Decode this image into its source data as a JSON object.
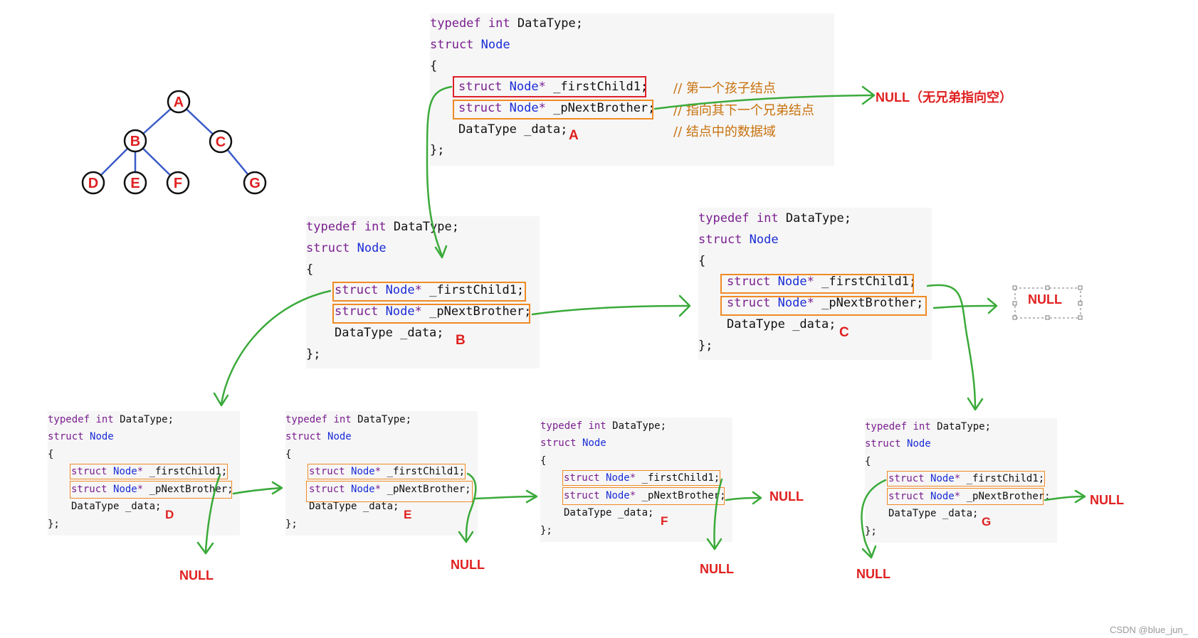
{
  "code": {
    "typedef": "typedef",
    "int": "int",
    "datatype_decl": " DataType;",
    "struct": "struct",
    "node": "Node",
    "open_brace": "{",
    "close_brace": "};",
    "star": "*",
    "first_child": " _firstChild1;",
    "next_brother": " _pNextBrother;",
    "data_field": "DataType _data;"
  },
  "comments": {
    "first_child": "// 第一个孩子结点",
    "next_brother": "// 指向其下一个兄弟结点",
    "data": "// 结点中的数据域"
  },
  "node_labels": {
    "a": "A",
    "b": "B",
    "c": "C",
    "d": "D",
    "e": "E",
    "f": "F",
    "g": "G"
  },
  "tree": {
    "nodes": [
      "A",
      "B",
      "C",
      "D",
      "E",
      "F",
      "G"
    ],
    "edges": [
      [
        "A",
        "B"
      ],
      [
        "A",
        "C"
      ],
      [
        "B",
        "D"
      ],
      [
        "B",
        "E"
      ],
      [
        "B",
        "F"
      ],
      [
        "C",
        "G"
      ]
    ]
  },
  "null_labels": {
    "a_brother": "NULL（无兄弟指向空）",
    "c_brother": "NULL",
    "d_child": "NULL",
    "e_child": "NULL",
    "f_brother": "NULL",
    "f_child": "NULL",
    "g_brother": "NULL",
    "g_child": "NULL"
  },
  "watermark": "CSDN @blue_jun_",
  "colors": {
    "highlight_orange": "#f08a24",
    "highlight_red": "#e0202b",
    "arrow_green": "#3aaa3a",
    "node_red": "#e02020",
    "tree_blue": "#3a5bc8"
  }
}
